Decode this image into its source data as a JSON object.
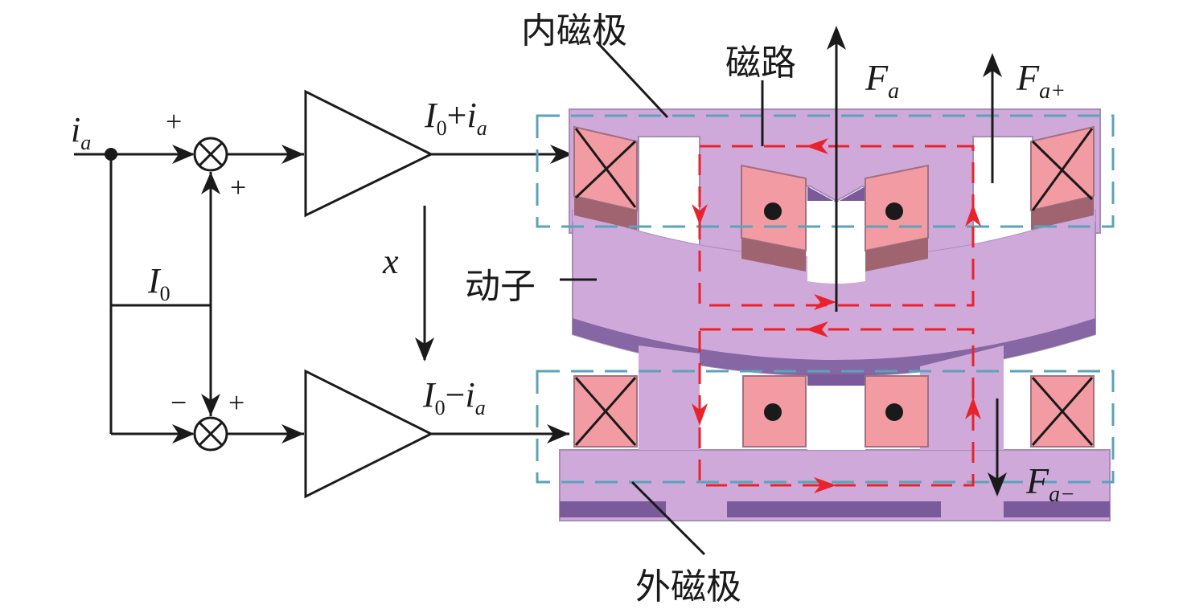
{
  "diagram": {
    "title": "",
    "control": {
      "input_label": "i",
      "input_sub": "a",
      "bias_label": "I",
      "bias_sub": "0",
      "sum_top_signs": [
        "+",
        "+"
      ],
      "sum_bottom_signs": [
        "−",
        "+"
      ],
      "amp_top_output": {
        "main": "I",
        "sub": "0",
        "op": "+",
        "var": "i",
        "var_sub": "a"
      },
      "amp_bottom_output": {
        "main": "I",
        "sub": "0",
        "op": "−",
        "var": "i",
        "var_sub": "a"
      },
      "displacement_label": "x"
    },
    "labels": {
      "inner_pole": "内磁极",
      "flux_path": "磁路",
      "rotor": "动子",
      "outer_pole": "外磁极",
      "force_total": {
        "main": "F",
        "sub": "a"
      },
      "force_plus": {
        "main": "F",
        "sub": "a+"
      },
      "force_minus": {
        "main": "F",
        "sub": "a−"
      }
    },
    "colors": {
      "core": "#d0a9db",
      "core_dark": "#7a5a9a",
      "coil": "#f39ba3",
      "coil_shade": "#a06470",
      "flux": "#e8232b",
      "guide": "#5aa3b8",
      "ink": "#1a1a1a"
    }
  }
}
